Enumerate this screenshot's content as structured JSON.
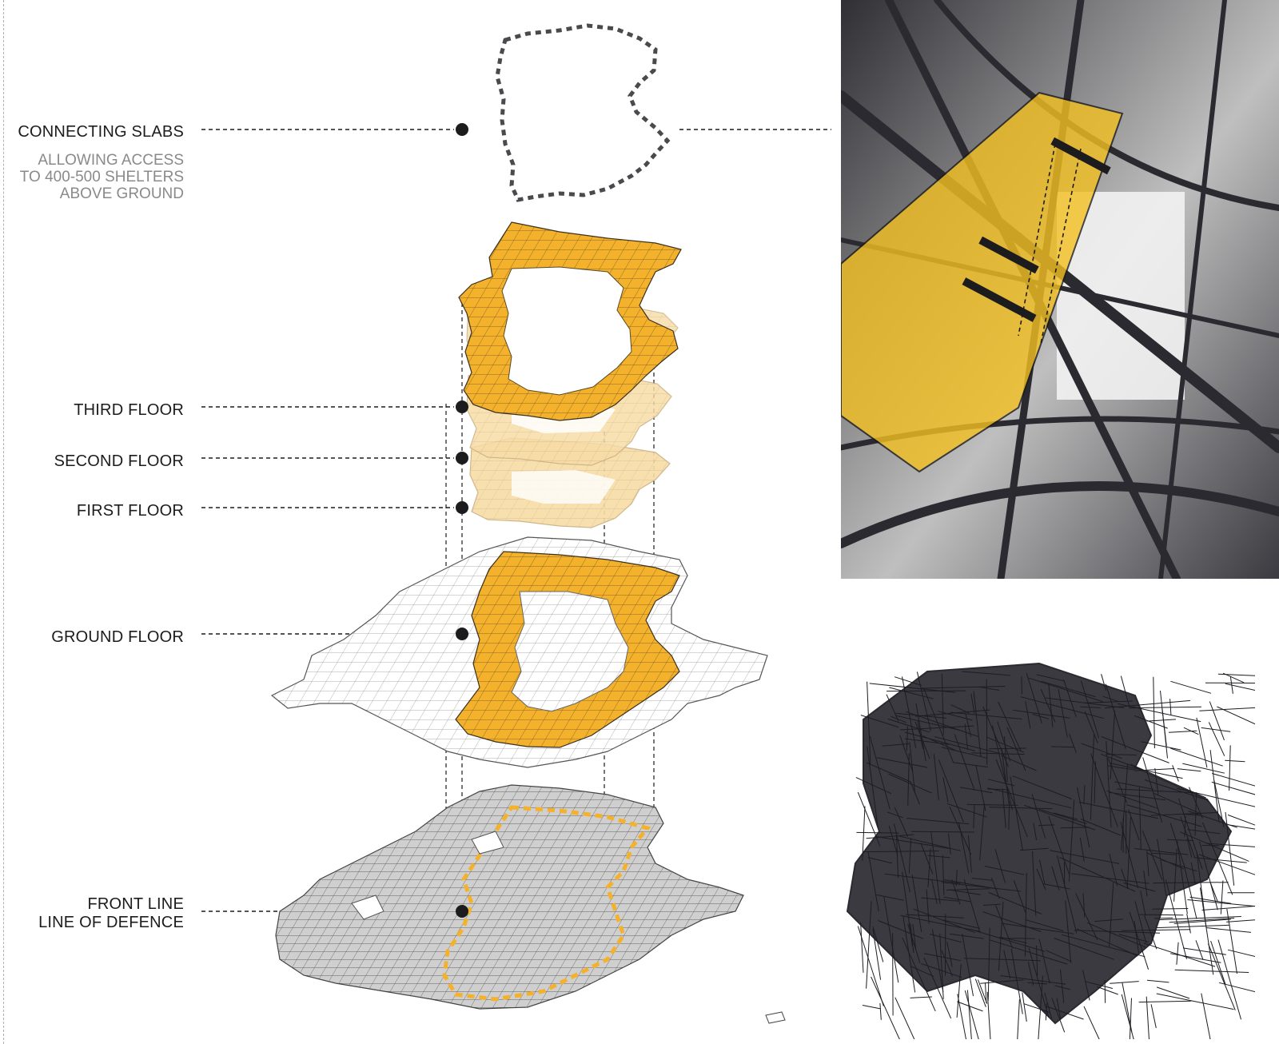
{
  "labels": {
    "connecting_slabs": {
      "title": "CONNECTING SLABS",
      "description_lines": [
        "ALLOWING ACCESS",
        "TO 400-500 SHELTERS",
        "ABOVE GROUND"
      ]
    },
    "third_floor": "THIRD FLOOR",
    "second_floor": "SECOND FLOOR",
    "first_floor": "FIRST FLOOR",
    "ground_floor": "GROUND FLOOR",
    "front_line": {
      "line1": "FRONT LINE",
      "line2": "LINE OF DEFENCE"
    }
  },
  "colors": {
    "accent_yellow": "#f4b12c",
    "pale_yellow": "#f7dca6",
    "dark": "#2a2a30",
    "base_gray": "#c9c9c9",
    "photo_bg": "#3a3a40"
  }
}
